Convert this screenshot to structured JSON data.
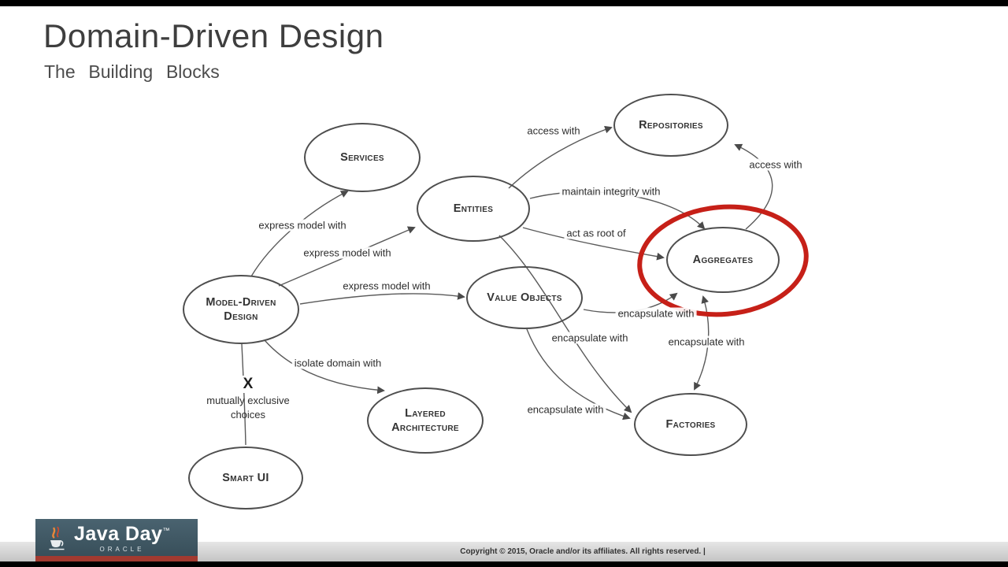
{
  "slide": {
    "title": "Domain-Driven Design",
    "subtitle": "The Building Blocks"
  },
  "diagram": {
    "highlight_color": "#c62018",
    "nodes": [
      {
        "id": "services",
        "label": "Services"
      },
      {
        "id": "entities",
        "label": "Entities"
      },
      {
        "id": "repositories",
        "label": "Repositories"
      },
      {
        "id": "aggregates",
        "label": "Aggregates",
        "highlighted": true
      },
      {
        "id": "value-objects",
        "label": "Value Objects"
      },
      {
        "id": "model-driven-design",
        "label": "Model-Driven Design"
      },
      {
        "id": "layered-architecture",
        "label": "Layered Architecture"
      },
      {
        "id": "smart-ui",
        "label": "Smart UI"
      },
      {
        "id": "factories",
        "label": "Factories"
      }
    ],
    "edge_labels": [
      "access with",
      "access with",
      "maintain integrity with",
      "act as root of",
      "express model with",
      "express model with",
      "express model with",
      "isolate domain with",
      "encapsulate with",
      "encapsulate with",
      "encapsulate with",
      "encapsulate with"
    ],
    "exclusive_marker": "X",
    "exclusive_note": "mutually exclusive choices"
  },
  "footer": {
    "logo_text": "Java Day",
    "logo_tm": "™",
    "logo_subtext": "ORACLE",
    "copyright": "Copyright © 2015, Oracle and/or its affiliates. All rights reserved.   |"
  }
}
